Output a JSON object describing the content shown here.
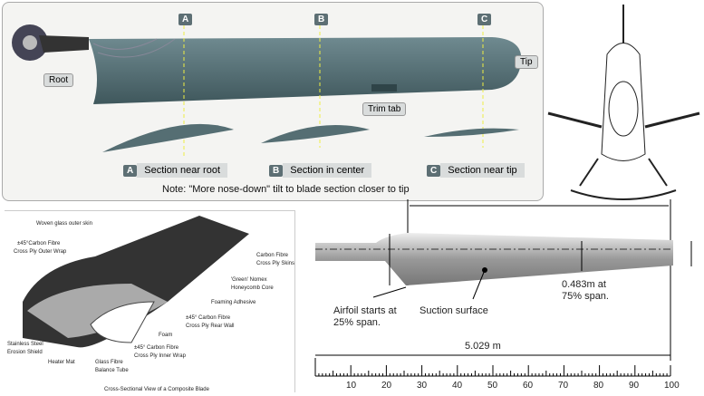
{
  "blade_panel": {
    "section_markers": [
      "A",
      "B",
      "C"
    ],
    "callouts": {
      "root": "Root",
      "tip": "Tip",
      "trim_tab": "Trim tab"
    },
    "sections": [
      {
        "letter": "A",
        "label": "Section near root"
      },
      {
        "letter": "B",
        "label": "Section in center"
      },
      {
        "letter": "C",
        "label": "Section near tip"
      }
    ],
    "note": "Note: \"More nose-down\" tilt to blade section closer to tip"
  },
  "composite": {
    "labels": [
      "Woven glass outer skin",
      "±45°Carbon Fibre",
      "Cross Ply Outer Wrap",
      "Carbon Fibre",
      "Cross Ply Skins",
      "'Green' Nomex",
      "Honeycomb Core",
      "Foaming Adhesive",
      "±45° Carbon Fibre",
      "Cross Ply Rear Wall",
      "Foam",
      "±45° Carbon Fibre",
      "Cross Ply Inner Wrap",
      "Stainless Steel",
      "Erosion Shield",
      "Heater Mat",
      "Glass Fibre",
      "Balance Tube"
    ],
    "caption": "Cross-Sectional View of a Composite Blade"
  },
  "planform": {
    "airfoil_note": [
      "Airfoil starts at",
      "25% span."
    ],
    "suction": "Suction surface",
    "chord_note": [
      "0.483m at",
      "75% span."
    ],
    "length": "5.029 m",
    "scale_ticks": [
      "10",
      "20",
      "30",
      "40",
      "50",
      "60",
      "70",
      "80",
      "90",
      "100"
    ]
  }
}
